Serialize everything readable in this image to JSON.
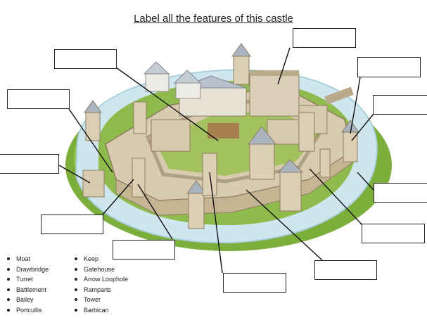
{
  "worksheet": {
    "title": "Label all the features of this castle",
    "word_bank_left": [
      "Moat",
      "Drawbridge",
      "Turret",
      "Battlement",
      "Bailey",
      "Portcullis"
    ],
    "word_bank_right": [
      "Keep",
      "Gatehouse",
      "Arrow Loophole",
      "Ramparts",
      "Tower",
      "Barbican"
    ],
    "label_boxes": [
      "",
      "",
      "",
      "",
      "",
      "",
      "",
      "",
      "",
      "",
      "",
      ""
    ]
  }
}
